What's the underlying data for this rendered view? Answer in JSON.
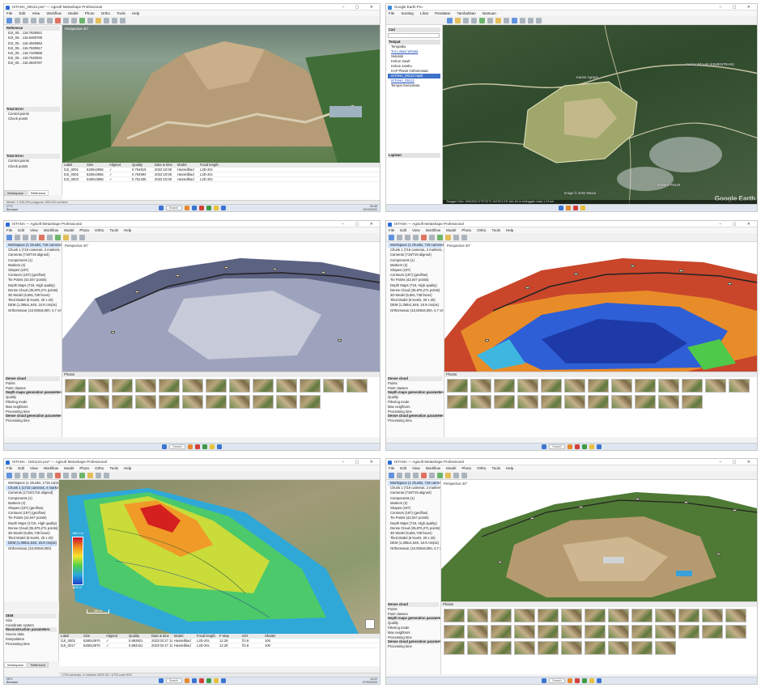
{
  "panels": {
    "p1": {
      "title": "ISTANA_09122.psx* — Agisoft Metashape Professional",
      "menu": [
        "File",
        "Edit",
        "View",
        "Workflow",
        "Model",
        "Photo",
        "Ortho",
        "Tools",
        "Help"
      ],
      "view_label": "Perspective 30°",
      "reference": {
        "header": "Reference",
        "rows": [
          "DJI_00... 116.7630921",
          "DJI_00... 116.6480786",
          "DJI_00... 116.4940884",
          "DJI_00... 116.7630617",
          "DJI_00... 116.7420868",
          "DJI_00... 116.7640931",
          "DJI_00... 116.4940787"
        ],
        "sections": [
          "Total Error",
          "Control points",
          "Check points"
        ]
      },
      "tabs": [
        "Workspace",
        "Reference"
      ],
      "table_columns": [
        "Label",
        "Size",
        "Aligned",
        "Quality",
        "Date & time",
        "Model",
        "Focal length"
      ],
      "table_rows": [
        [
          "DJI_0001",
          "5280x3956",
          "✓",
          "0.754819",
          "2022:10:08",
          "Hasselblad",
          "L2D-20c"
        ],
        [
          "DJI_0002",
          "5280x3956",
          "✓",
          "0.754994",
          "2022:10:08",
          "Hasselblad",
          "L2D-20c"
        ],
        [
          "DJI_0003",
          "5280x3956",
          "✓",
          "0.761436",
          "2022:10:08",
          "Hasselblad",
          "L2D-20c"
        ]
      ],
      "status": "Model: 1,335,209 polygons, 693,243 vertices",
      "tray": [
        "09:46",
        "10/10/2022"
      ],
      "weather": [
        "27°C",
        "Berawan"
      ],
      "search": "Search"
    },
    "p2": {
      "title": "Google Earth Pro",
      "menu": [
        "File",
        "Sunting",
        "Lihat",
        "Peralatan",
        "Tambahkan",
        "Bantuan"
      ],
      "search_header": "Cari",
      "places_header": "Tempat",
      "places": [
        "Tempatku",
        "Tur Lokasi Wisata",
        "Sekolah",
        "Kebun Sawit",
        "Kebun Jambu",
        "KAP Planet Orthomosaic",
        "ISTANA_09122 Hasil",
        "ISTANA_09122",
        "Tempat Sementara"
      ],
      "layers_header": "Lapisan",
      "labels": [
        "Kantor Wilayah (KEMENTRIAN)",
        "Kantor Agraria",
        "MABES POLRI"
      ],
      "logo": "Google Earth",
      "status": "Tanggal Citra: 19/6/2022   0°57'32\"S  116°52'14\"E   elev  63 m   ketinggian mata  1.23 km",
      "imagery": "Image © 2022 Maxar"
    },
    "p3": {
      "title": "ISTANA — Agisoft Metashape Professional",
      "view_label": "Perspective 30°",
      "tree": [
        "Workspace (1 chunks, 719 cameras)",
        "Chunk 1 (719 cameras, 2 markers, 61 shps)",
        "Cameras (719/719 aligned)",
        "Components (1)",
        "Markers (2)",
        "Shapes (197)",
        "Contours (197) (geoflow)",
        "Tie Points (42,047 points)",
        "Depth Maps (719, High quality)",
        "Dense Cloud (35,876,271 points)",
        "3D Model (6,681,739 faces)",
        "Tiled Model (6 levels, 20 x 20)",
        "DEM (1,395x1,646, 16.9 cm/pix)",
        "Orthomosaic (10,000x8,000, 4.7 cm/pix)"
      ],
      "props_header": "Dense cloud",
      "props": [
        "Points",
        "Point classes",
        "Depth maps generation parameters",
        "Quality",
        "Filtering mode",
        "Max neighbors",
        "Processing time",
        "Dense cloud generation parameters",
        "Processing time"
      ],
      "photos_header": "Photos"
    },
    "p4": {
      "title": "ISTANA — Agisoft Metashape Professional",
      "view_label": "Perspective 30°",
      "photos_header": "Photos"
    },
    "p5": {
      "title": "ISTANA - 1501122.psx* — Agisoft Metashape Professional",
      "menu": [
        "File",
        "Edit",
        "View",
        "Workflow",
        "Model",
        "Photo",
        "Ortho",
        "Tools",
        "Help"
      ],
      "tree": [
        "Workspace (1 chunks, 1715 cameras)",
        "Chunk 1 (1715 cameras, 4 markers)",
        "Cameras (1715/1715 aligned)",
        "Components (1)",
        "Markers (4)",
        "Shapes (197) (geoflow)",
        "Contours (197) (geoflow)",
        "Tie Points (42,047 points)",
        "Depth Maps (1715, High quality)",
        "Dense Cloud (35,876,271 points)",
        "3D Model (6,681,739 faces)",
        "Tiled Model (6 levels, 20 x 20)",
        "DEM (1,395x1,646, 16.9 cm/pix)",
        "Orthomosaic (10,000x8,000)"
      ],
      "props_header": "DEM",
      "props": [
        "Size",
        "Coordinate system",
        "Reconstruction parameters",
        "Source data",
        "Interpolation",
        "Processing time"
      ],
      "legend_top": "185.4 m",
      "legend_bottom": "46.5 m",
      "scale": "350 m",
      "table_columns": [
        "Label",
        "Size",
        "Aligned",
        "Quality",
        "Date & time",
        "Model",
        "Focal length",
        "F-stop",
        "ISO",
        "Shutter"
      ],
      "table_rows": [
        [
          "DJI_0002",
          "5280x3970",
          "✓",
          "0.893921",
          "2023:02:27 11:1...",
          "Hasselblad",
          "L2D-20c",
          "12.29",
          "f/2.8",
          "100"
        ],
        [
          "DJI_0017",
          "5280x3970",
          "✓",
          "0.894151",
          "2023:02:27 11:1...",
          "Hasselblad",
          "L2D-20c",
          "12.29",
          "f/2.8",
          "100"
        ]
      ],
      "status": "1715 cameras, 4 markers   WGS 84 / UTM zone 50S",
      "tabs": [
        "Workspace",
        "Reference"
      ],
      "tray": [
        "14:22",
        "07/03/2023"
      ],
      "weather": [
        "28°C",
        "Berawan"
      ],
      "search": "Search"
    },
    "p6": {
      "title": "ISTANA — Agisoft Metashape Professional",
      "view_label": "Perspective 30°",
      "photos_header": "Photos"
    }
  }
}
